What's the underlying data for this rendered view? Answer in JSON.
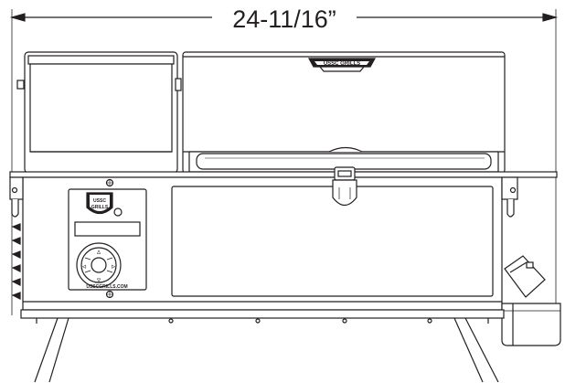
{
  "dimension": {
    "overall_width": "24-11/16”"
  },
  "controller": {
    "logo_line1": "USSC",
    "logo_line2": "GRILLS",
    "website": "USSCGRILLS.COM",
    "button_labels": [
      "△",
      "▽",
      "◁",
      "▷"
    ]
  },
  "lid_badge": {
    "text": "USSC GRILLS"
  }
}
